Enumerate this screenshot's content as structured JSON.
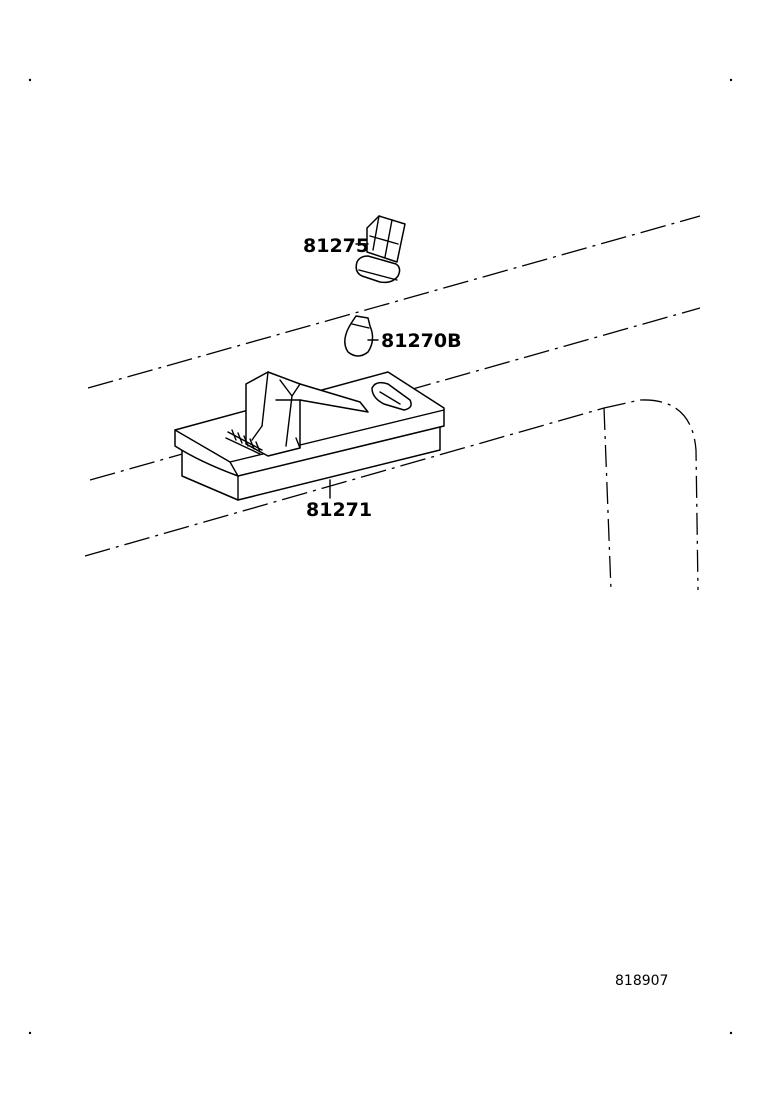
{
  "parts": {
    "socket": {
      "part_number": "81275"
    },
    "bulb": {
      "part_number": "81270B"
    },
    "lamp_assembly": {
      "part_number": "81271"
    }
  },
  "illustration_number": "818907"
}
